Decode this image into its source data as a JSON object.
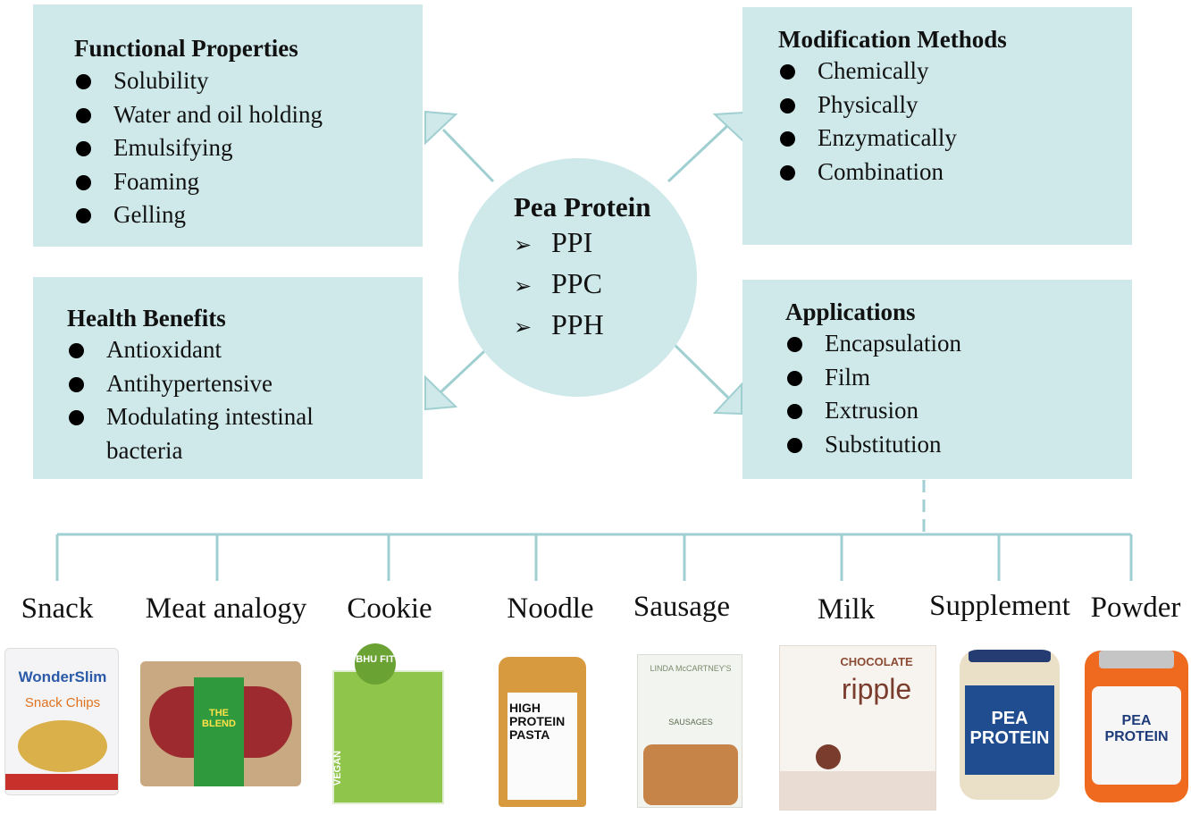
{
  "center": {
    "title": "Pea Protein",
    "items": [
      "PPI",
      "PPC",
      "PPH"
    ],
    "bullet_icon": "arrow-right-icon"
  },
  "functional": {
    "title": "Functional Properties",
    "items": [
      "Solubility",
      "Water and oil holding",
      "Emulsifying",
      "Foaming",
      "Gelling"
    ]
  },
  "modification": {
    "title": "Modification Methods",
    "items": [
      "Chemically",
      "Physically",
      "Enzymatically",
      "Combination"
    ]
  },
  "health": {
    "title": "Health Benefits",
    "items": [
      "Antioxidant",
      "Antihypertensive",
      "Modulating intestinal bacteria"
    ]
  },
  "applications": {
    "title": "Applications",
    "items": [
      "Encapsulation",
      "Film",
      "Extrusion",
      "Substitution"
    ]
  },
  "products": [
    {
      "label": "Snack",
      "pkg": [
        "WonderSlim",
        "Snack Chips"
      ]
    },
    {
      "label": "Meat analogy",
      "pkg": [
        "THE BLEND"
      ]
    },
    {
      "label": "Cookie",
      "pkg": [
        "BHU FIT",
        "VEGAN"
      ]
    },
    {
      "label": "Noodle",
      "pkg": [
        "HIGH PROTEIN PASTA"
      ]
    },
    {
      "label": "Sausage",
      "pkg": [
        "LINDA McCARTNEY'S",
        "SAUSAGES"
      ]
    },
    {
      "label": "Milk",
      "pkg": [
        "CHOCOLATE",
        "ripple"
      ]
    },
    {
      "label": "Supplement",
      "pkg": [
        "PEA PROTEIN"
      ]
    },
    {
      "label": "Powder",
      "pkg": [
        "PEA PROTEIN"
      ]
    }
  ],
  "colors": {
    "box_fill": "#cfe9ea",
    "line": "#9fcfd1"
  }
}
